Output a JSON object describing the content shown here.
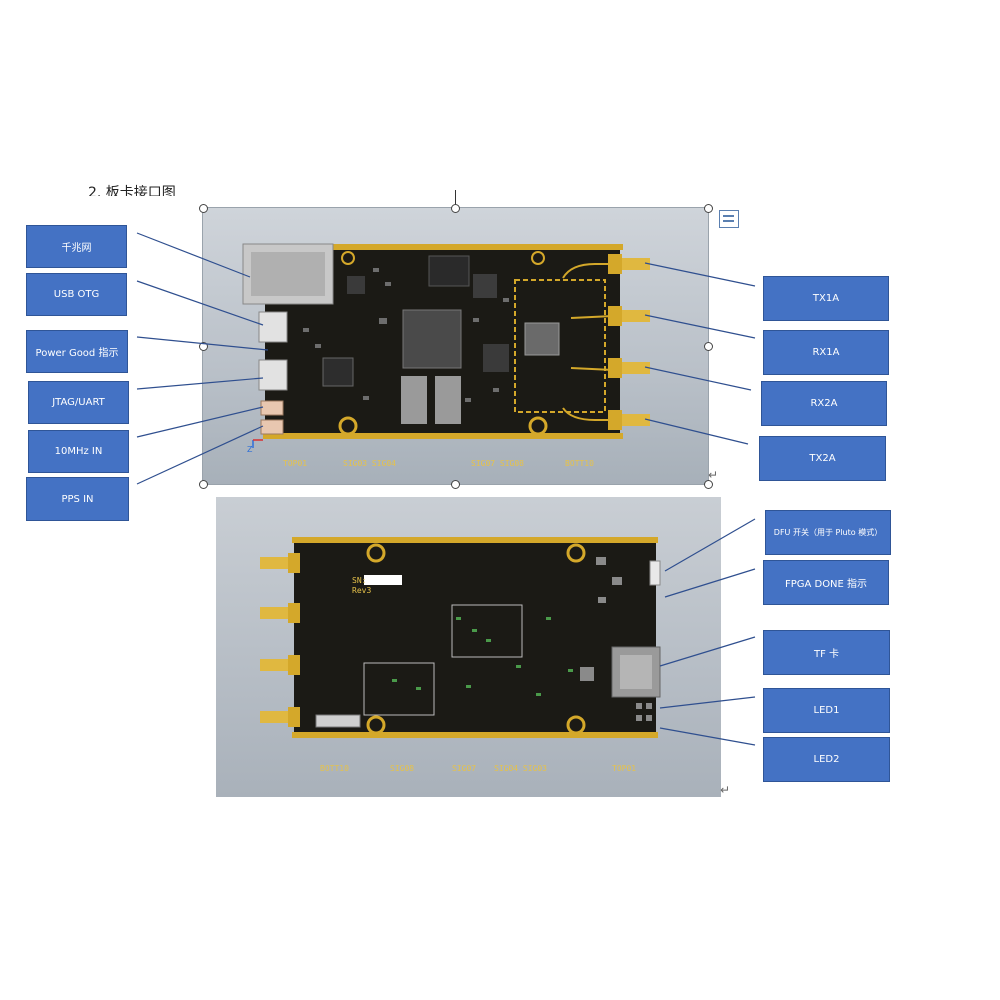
{
  "heading": "2.   板卡接口图",
  "labels_left": [
    {
      "id": "gigabit-ethernet",
      "text": "千兆网"
    },
    {
      "id": "usb-otg",
      "text": "USB OTG"
    },
    {
      "id": "power-good",
      "text": "Power Good 指示"
    },
    {
      "id": "jtag-uart",
      "text": "JTAG/UART"
    },
    {
      "id": "10mhz-in",
      "text": "10MHz IN"
    },
    {
      "id": "pps-in",
      "text": "PPS IN"
    }
  ],
  "labels_right_top": [
    {
      "id": "tx1a",
      "text": "TX1A"
    },
    {
      "id": "rx1a",
      "text": "RX1A"
    },
    {
      "id": "rx2a",
      "text": "RX2A"
    },
    {
      "id": "tx2a",
      "text": "TX2A"
    }
  ],
  "labels_right_bottom": [
    {
      "id": "dfu-switch",
      "text": "DFU 开关（用于 Pluto 模式）"
    },
    {
      "id": "fpga-done",
      "text": "FPGA DONE 指示"
    },
    {
      "id": "tf-card",
      "text": "TF 卡"
    },
    {
      "id": "led1",
      "text": "LED1"
    },
    {
      "id": "led2",
      "text": "LED2"
    }
  ],
  "pcb_top_layers": [
    "TOP01",
    "SIG03  SIG04",
    "SIG07  SIG08",
    "BOTT10"
  ],
  "pcb_bottom_layers": [
    "BOTT10",
    "SIG08",
    "SIG07",
    "SIG04  SIG03",
    "TOP01"
  ],
  "pcb_bottom_silk": {
    "sn": "SN:",
    "rev": "Rev3"
  },
  "axis_label": "Z",
  "colors": {
    "label_fill": "#4472c4",
    "pcb_board": "#1b1a15",
    "pcb_gold": "#d4a82a",
    "leader_line": "#2f4f8f"
  }
}
